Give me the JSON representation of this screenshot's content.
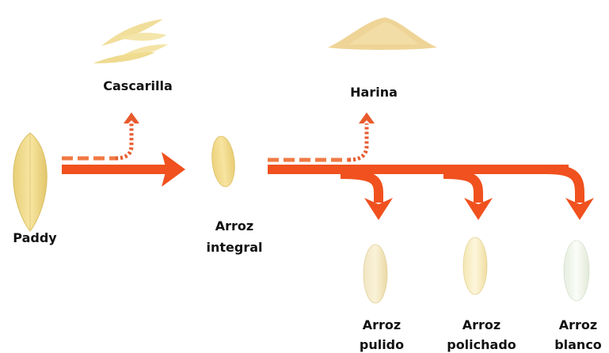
{
  "labels": {
    "paddy": "Paddy",
    "cascarilla": "Cascarilla",
    "integral_line1": "Arroz",
    "integral_line2": "integral",
    "harina": "Harina",
    "pulido_line1": "Arroz",
    "pulido_line2": "pulido",
    "polichado_line1": "Arroz",
    "polichado_line2": "polichado",
    "blanco_line1": "Arroz",
    "blanco_line2": "blanco"
  },
  "colors": {
    "arrow": "#f0511e",
    "dashed_arrow": "#f07a45",
    "dotted_arrow": "#e85a2c",
    "grain": "#f1dc8e",
    "grain_dark": "#e2c667",
    "husk": "#f0d98a",
    "flour": "#f0d59a"
  }
}
